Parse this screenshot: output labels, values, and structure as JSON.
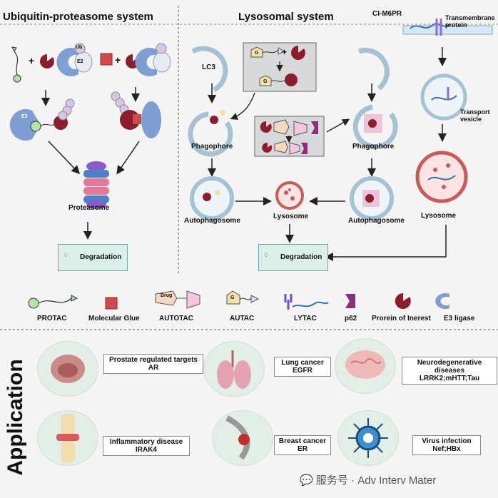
{
  "sections": {
    "ups_title": "Ubiquitin-proteasome system",
    "lys_title": "Lysosomal system"
  },
  "ups": {
    "ub": "Ub",
    "e2": "E2",
    "e3": "E3",
    "proteasome": "Proteasome",
    "degradation": "Degradation"
  },
  "lys": {
    "lc3": "LC3",
    "phagophore_left": "Phagophore",
    "phagophore_right": "Phagophore",
    "autophagosome_left": "Autophagosome",
    "autophagosome_right": "Autophagosome",
    "lysosome_center": "Lysosome",
    "lysosome_right": "Lysosome",
    "degradation": "Degradation",
    "ci_m6pr": "CI-M6PR",
    "transmembrane": "Transmembrane\nprotein",
    "transport_vesicle": "Transport\nvesicle",
    "g": "G",
    "drug": "Drug"
  },
  "legend": [
    {
      "label": "PROTAC",
      "icon": "protac-icon"
    },
    {
      "label": "Molecular Glue",
      "icon": "molecular-glue-icon"
    },
    {
      "label": "AUTOTAC",
      "icon": "autotac-icon"
    },
    {
      "label": "AUTAC",
      "icon": "autac-icon"
    },
    {
      "label": "LYTAC",
      "icon": "lytac-icon"
    },
    {
      "label": "p62",
      "icon": "p62-icon"
    },
    {
      "label": "Prorein of Inerest",
      "icon": "protein-of-interest-icon"
    },
    {
      "label": "E3 ligase",
      "icon": "e3-ligase-icon"
    }
  ],
  "application": {
    "title": "Application",
    "items": [
      {
        "line1": "Prostate regulated targets",
        "line2": "AR",
        "icon": "prostate-icon"
      },
      {
        "line1": "Lung cancer",
        "line2": "EGFR",
        "icon": "lung-icon"
      },
      {
        "line1": "Neurodegenerative diseases",
        "line2": "LRRK2;mHTT;Tau",
        "icon": "brain-icon"
      },
      {
        "line1": "Inflammatory disease",
        "line2": "IRAK4",
        "icon": "joint-icon"
      },
      {
        "line1": "Breast cancer",
        "line2": "ER",
        "icon": "breast-icon"
      },
      {
        "line1": "Virus infection",
        "line2": "Nef;HBx",
        "icon": "virus-icon"
      }
    ]
  },
  "watermark": "服务号 · Adv Interv Mater",
  "colors": {
    "poi": "#8b1d2c",
    "e3": "#7f9fd3",
    "ub": "#d9c5e8",
    "lysosome": "#c85a5a",
    "membrane": "#5a8fa8",
    "glue": "#cf4b4b",
    "app_circle": "#e3efe6"
  }
}
